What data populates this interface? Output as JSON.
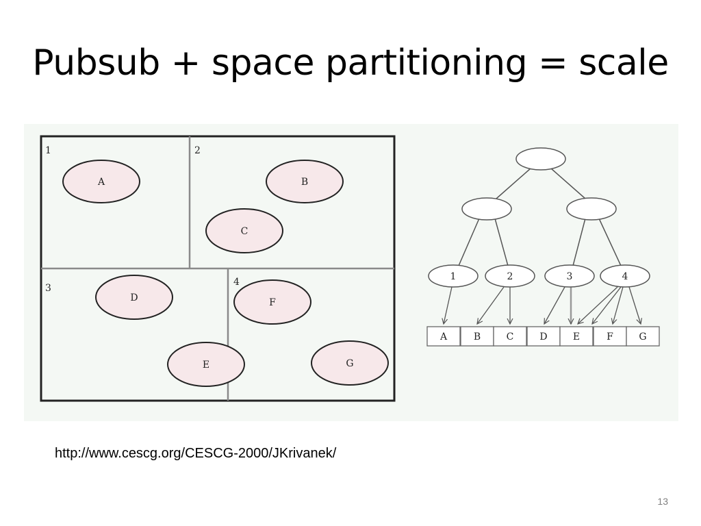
{
  "slide": {
    "title": "Pubsub + space partitioning = scale",
    "source_url": "http://www.cescg.org/CESCG-2000/JKrivanek/",
    "page_number": "13"
  },
  "colors": {
    "figure_background": "#f4f8f4",
    "object_fill": "#f7e8ea",
    "node_fill": "#ffffff",
    "line": "#555555",
    "border": "#222222"
  },
  "regions": [
    "1",
    "2",
    "3",
    "4"
  ],
  "objects": [
    "A",
    "B",
    "C",
    "D",
    "E",
    "F",
    "G"
  ],
  "tree": {
    "leaf_nodes": [
      "1",
      "2",
      "3",
      "4"
    ],
    "buckets": [
      "A",
      "B",
      "C",
      "D",
      "E",
      "F",
      "G"
    ]
  }
}
